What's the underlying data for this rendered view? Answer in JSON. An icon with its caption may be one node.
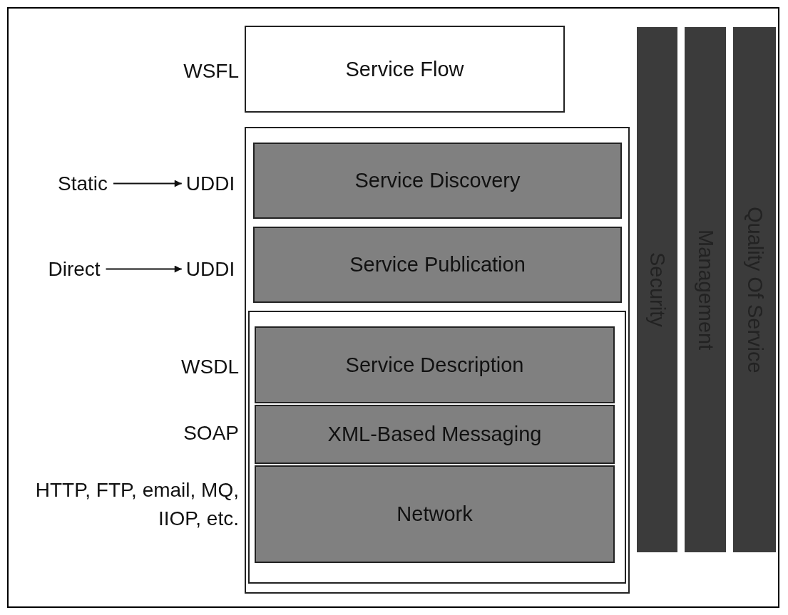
{
  "diagram": {
    "nodes": [
      {
        "text": [
          "Service Flow"
        ]
      },
      {
        "text": [],
        "shape": "box"
      },
      {
        "text": [
          "Service Discovery"
        ],
        "in": 1
      },
      {
        "text": [
          "Service Publication"
        ],
        "in": 1
      },
      {
        "text": [],
        "shape": "box",
        "in": 1
      },
      {
        "text": [
          "Service Description"
        ],
        "in": 4
      },
      {
        "text": [
          "XML-Based Messaging"
        ],
        "in": 4
      },
      {
        "text": [
          "Network"
        ],
        "in": 4
      },
      {
        "text": [
          "Security"
        ]
      },
      {
        "text": [
          "Management"
        ]
      },
      {
        "text": [
          "Quality Of Service"
        ]
      },
      {
        "text": [
          "Static"
        ]
      },
      {
        "text": [
          "UDDI"
        ]
      },
      {
        "text": [
          "Direct"
        ]
      },
      {
        "text": [
          "UDDI"
        ]
      }
    ],
    "edges": [
      {
        "from": 11,
        "to": 12,
        "arrow": "to"
      },
      {
        "from": 13,
        "to": 14,
        "arrow": "to"
      }
    ],
    "labels": [
      "WSFL",
      "WSDL",
      "SOAP",
      "HTTP, FTP, email, MQ, IIOP, etc."
    ]
  }
}
